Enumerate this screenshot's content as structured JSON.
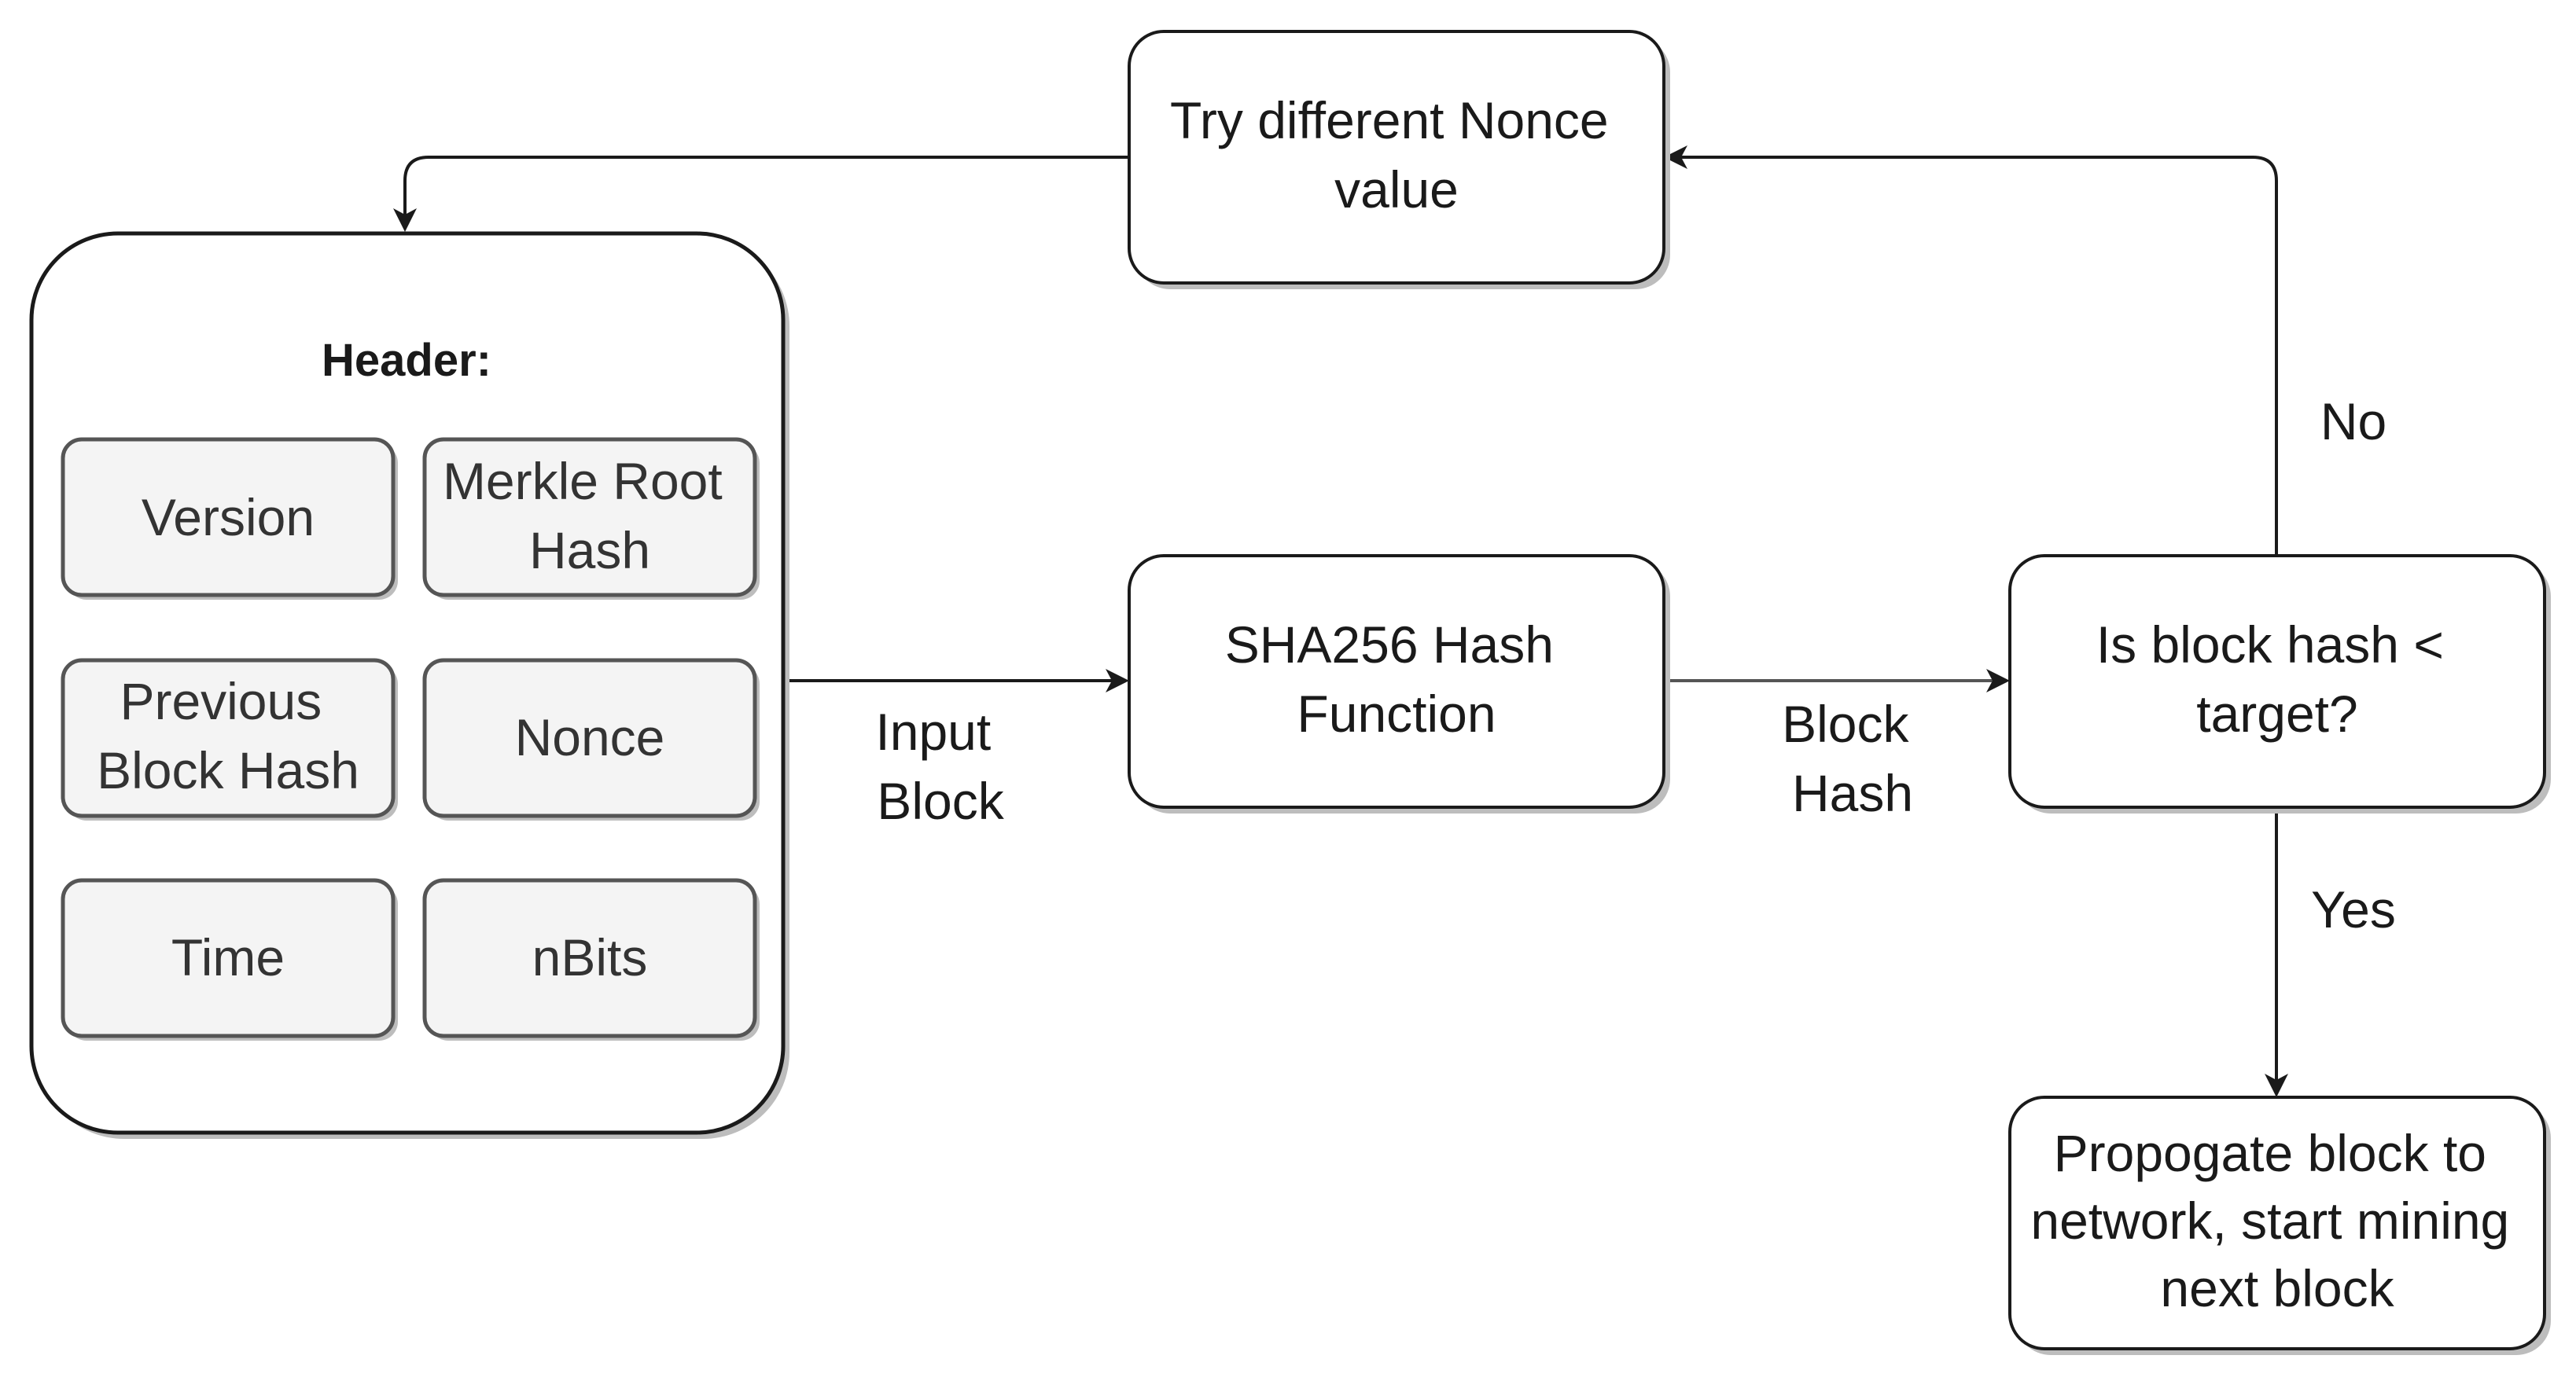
{
  "nodes": {
    "header_block": {
      "title": "Header:",
      "fields": {
        "version": [
          "Version"
        ],
        "merkle_root_hash": [
          "Merkle Root",
          "Hash"
        ],
        "previous_block_hash": [
          "Previous",
          "Block Hash"
        ],
        "nonce": [
          "Nonce"
        ],
        "time": [
          "Time"
        ],
        "nbits": [
          "nBits"
        ]
      }
    },
    "try_nonce": [
      "Try different Nonce",
      "value"
    ],
    "sha256": [
      "SHA256 Hash",
      "Function"
    ],
    "decision": [
      "Is block hash <",
      "target?"
    ],
    "propagate": [
      "Propogate block to",
      "network, start mining",
      "next block"
    ]
  },
  "edges": {
    "input_block": [
      "Input",
      "Block"
    ],
    "block_hash": [
      "Block",
      "Hash"
    ],
    "no": "No",
    "yes": "Yes"
  }
}
